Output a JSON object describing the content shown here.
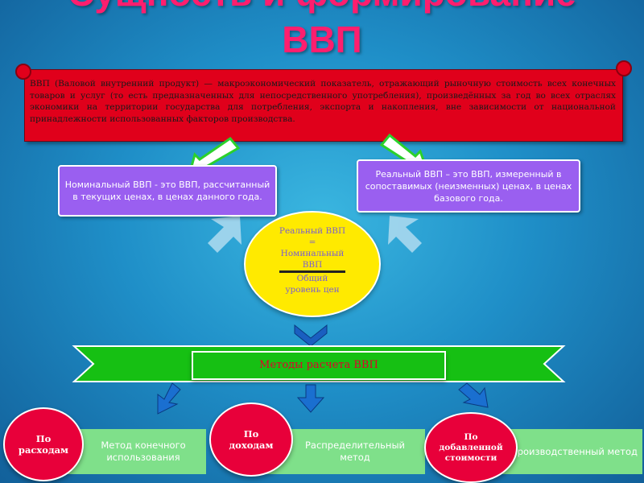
{
  "title": {
    "line1": "Сущность и формирование",
    "line2": "ВВП"
  },
  "definition": "ВВП (Валовой внутренний продукт) — макроэкономический показатель, отражающий рыночную стоимость всех конечных товаров и услуг (то есть предназначенных для непосредственного употребления), произведённых за год во всех отраслях экономики на территории государства для потребления, экспорта и накопления, вне зависимости от национальной принадлежности использованных факторов производства.",
  "nominal": "Номинальный ВВП - это ВВП, рассчитанный в текущих ценах, в ценах данного года.",
  "real": "Реальный ВВП – это ВВП, измеренный в сопоставимых (неизменных) ценах, в ценах базового года.",
  "formula": {
    "lhs": "Реальный ВВП",
    "eq": "=",
    "numerator": "Номинальный ВВП",
    "denominator": "Общий уровень цен"
  },
  "methods_label": "Методы расчета ВВП",
  "methods": [
    {
      "circle": "По расходам",
      "card": "Метод конечного использования"
    },
    {
      "circle": "По доходам",
      "card": "Распределительный метод"
    },
    {
      "circle": "По добавленной стоимости",
      "card": "Производственный метод"
    }
  ],
  "colors": {
    "title": "#ff1e6e",
    "scroll": "#e0001b",
    "purple": "#9a5ff0",
    "ellipse": "#ffea00",
    "band": "#16c013",
    "card": "#7fe08a",
    "circle": "#e8003a"
  }
}
